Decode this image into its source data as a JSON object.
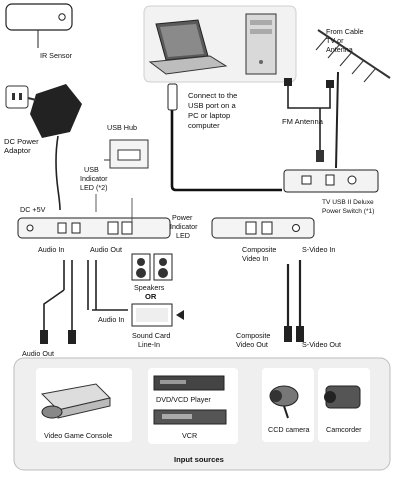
{
  "labels": {
    "ir_sensor": "IR Sensor",
    "dc_power_adaptor_1": "DC Power",
    "dc_power_adaptor_2": "Adaptor",
    "usb_hub": "USB Hub",
    "usb_led_1": "USB",
    "usb_led_2": "Indicator",
    "usb_led_3": "LED (*2)",
    "dc_5v": "DC +5V",
    "power_led_1": "Power",
    "power_led_2": "Indicator",
    "power_led_3": "LED",
    "connect_1": "Connect to the",
    "connect_2": "USB port on a",
    "connect_3": "PC or laptop",
    "connect_4": "computer",
    "cable_1": "From Cable",
    "cable_2": "TV or",
    "cable_3": "Antenna",
    "fm_antenna": "FM Antenna",
    "power_switch_1": "TV USB II Deluxe",
    "power_switch_2": "Power Switch (*1)",
    "audio_in_top": "Audio In",
    "audio_out_top": "Audio Out",
    "composite_in_1": "Composite",
    "composite_in_2": "Video In",
    "svideo_in": "S-Video In",
    "speakers": "Speakers",
    "or": "OR",
    "sound_card_1": "Sound Card",
    "sound_card_2": "Line-In",
    "audio_in_mid": "Audio In",
    "audio_out_bottom": "Audio Out",
    "composite_out_1": "Composite",
    "composite_out_2": "Video Out",
    "svideo_out": "S-Video Out",
    "dvd_vcd": "DVD/VCD Player",
    "vcr": "VCR",
    "video_game": "Video Game Console",
    "ccd_camera": "CCD camera",
    "camcorder": "Camcorder",
    "input_sources": "Input sources"
  }
}
